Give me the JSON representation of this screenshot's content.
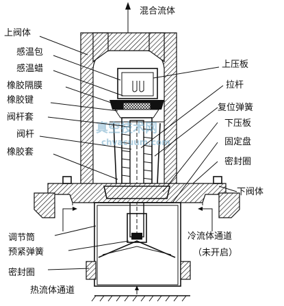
{
  "labels": {
    "mixed_flow": "混合流体",
    "upper_body": "上阀体",
    "sensor_bulb": "感温包",
    "thermal_wax": "感温蜡",
    "rubber_diaphragm": "橡胶隔膜",
    "rubber_key": "橡胶键",
    "valve_stem_sleeve": "阀杆套",
    "valve_stem": "阀杆",
    "rubber_sleeve": "橡胶套",
    "upper_plate": "上压板",
    "pull_rod": "拉杆",
    "return_spring": "复位弹簧",
    "lower_plate": "下压板",
    "fixed_disc": "固定盘",
    "seal_ring_right": "密封圈",
    "lower_body": "下阀体",
    "adjust_cylinder": "调节筒",
    "cold_channel": "冷流体通道",
    "not_open": "（未开启）",
    "preload_spring": "预紧弹簧",
    "seal_ring_left": "密封圈",
    "hot_channel": "热流体通道"
  },
  "watermark": {
    "cn": "真空技术网",
    "url": "chvacuum.com"
  }
}
